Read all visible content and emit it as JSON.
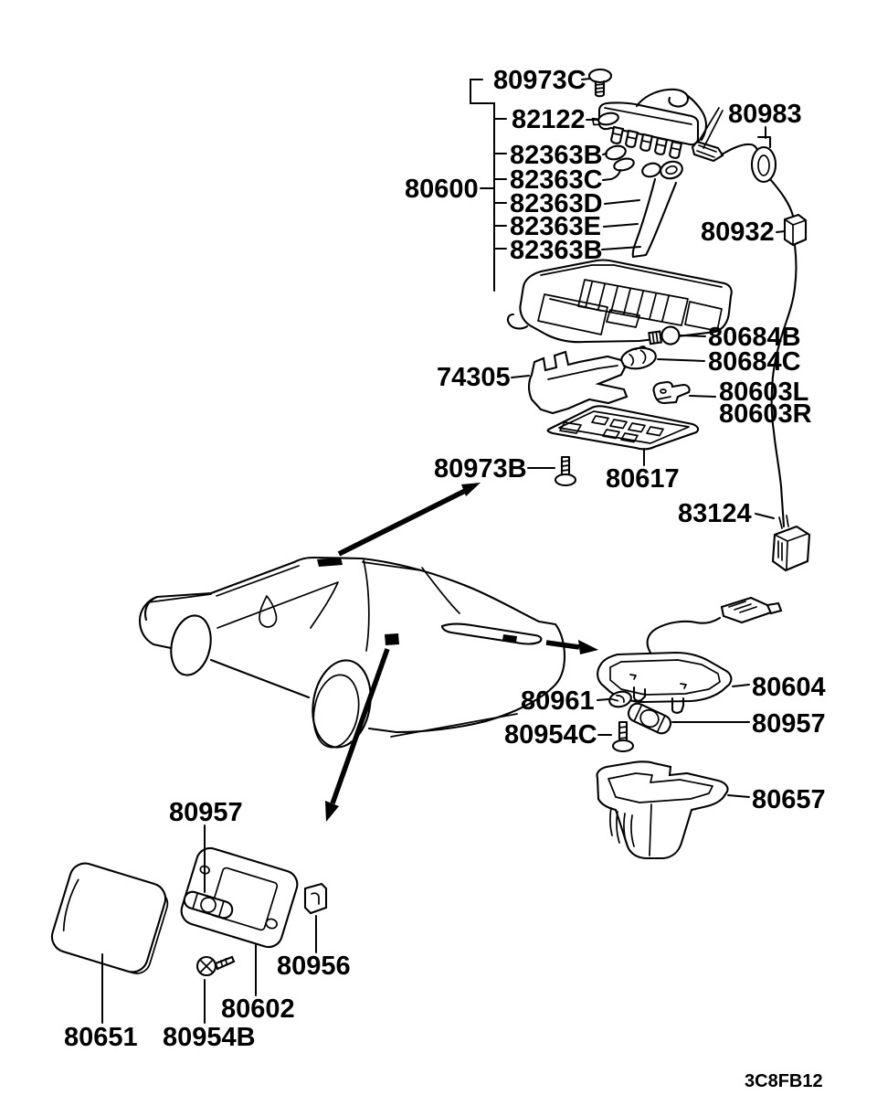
{
  "diagram_code": "3C8FB12",
  "parts": {
    "80600": "80600",
    "80973C": "80973C",
    "82122": "82122",
    "82363B": "82363B",
    "82363C": "82363C",
    "82363D": "82363D",
    "82363E": "82363E",
    "80983": "80983",
    "80932": "80932",
    "80684B": "80684B",
    "80684C": "80684C",
    "80603L": "80603L",
    "80603R": "80603R",
    "74305": "74305",
    "80973B": "80973B",
    "80617": "80617",
    "83124": "83124",
    "80604": "80604",
    "80961": "80961",
    "80957": "80957",
    "80954C": "80954C",
    "80657": "80657",
    "80956": "80956",
    "80602": "80602",
    "80651": "80651",
    "80954B": "80954B"
  }
}
